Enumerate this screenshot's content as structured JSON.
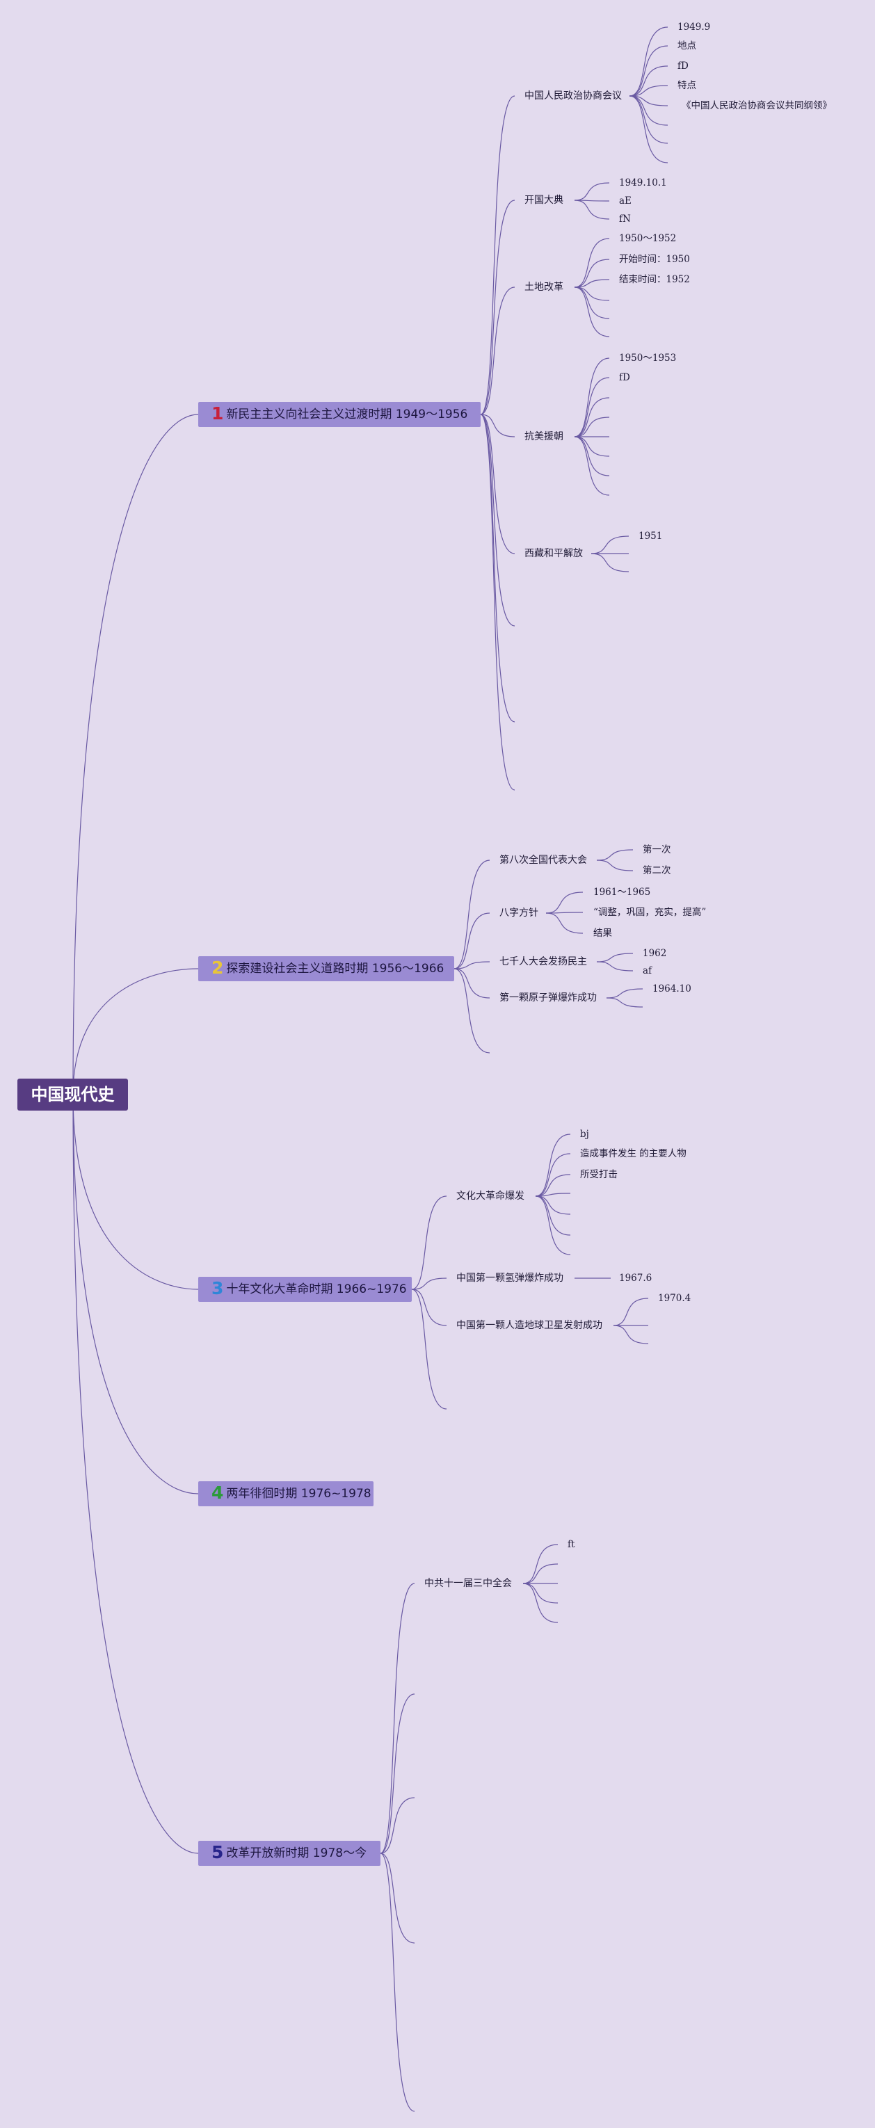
{
  "root": {
    "label": "中国现代史"
  },
  "branches": [
    {
      "number": "1",
      "number_color": "#c8203a",
      "label": "新民主主义向社会主义过渡时期 1949～1956",
      "children": [
        {
          "label": "中国人民政治协商会议",
          "children": [
            "1949.9",
            "地点",
            "fD",
            "特点",
            "《中国人民政治协商会议共同纲领》"
          ]
        },
        {
          "label": "开国大典",
          "children": [
            "1949.10.1",
            "aE",
            "fN"
          ]
        },
        {
          "label": "土地改革",
          "children": [
            "1950～1952",
            "开始时间：1950",
            "结束时间：1952"
          ]
        },
        {
          "label": "抗美援朝",
          "children": [
            "1950～1953",
            "fD"
          ]
        },
        {
          "label": "西藏和平解放",
          "children": [
            "1951"
          ]
        }
      ]
    },
    {
      "number": "2",
      "number_color": "#e8c53a",
      "label": "探索建设社会主义道路时期 1956～1966",
      "children": [
        {
          "label": "第八次全国代表大会",
          "children": [
            "第一次",
            "第二次"
          ]
        },
        {
          "label": "八字方针",
          "children": [
            "1961～1965",
            "“调整，巩固，充实，提高”",
            "结果"
          ]
        },
        {
          "label": "七千人大会发扬民主",
          "children": [
            "1962",
            "af"
          ]
        },
        {
          "label": "第一颗原子弹爆炸成功",
          "children": [
            "1964.10"
          ]
        }
      ]
    },
    {
      "number": "3",
      "number_color": "#2f86d8",
      "label": "十年文化大革命时期 1966~1976",
      "children": [
        {
          "label": "文化大革命爆发",
          "children": [
            "bj",
            "造成事件发生 的主要人物",
            "所受打击"
          ]
        },
        {
          "label": "中国第一颗氢弹爆炸成功",
          "children": [
            "1967.6"
          ]
        },
        {
          "label": "中国第一颗人造地球卫星发射成功",
          "children": [
            "1970.4"
          ]
        }
      ]
    },
    {
      "number": "4",
      "number_color": "#2c9a3a",
      "label": "两年徘徊时期 1976~1978",
      "children": []
    },
    {
      "number": "5",
      "number_color": "#27248a",
      "label": "改革开放新时期 1978～今",
      "children": [
        {
          "label": "中共十一届三中全会",
          "children": [
            "ft"
          ]
        }
      ]
    }
  ]
}
